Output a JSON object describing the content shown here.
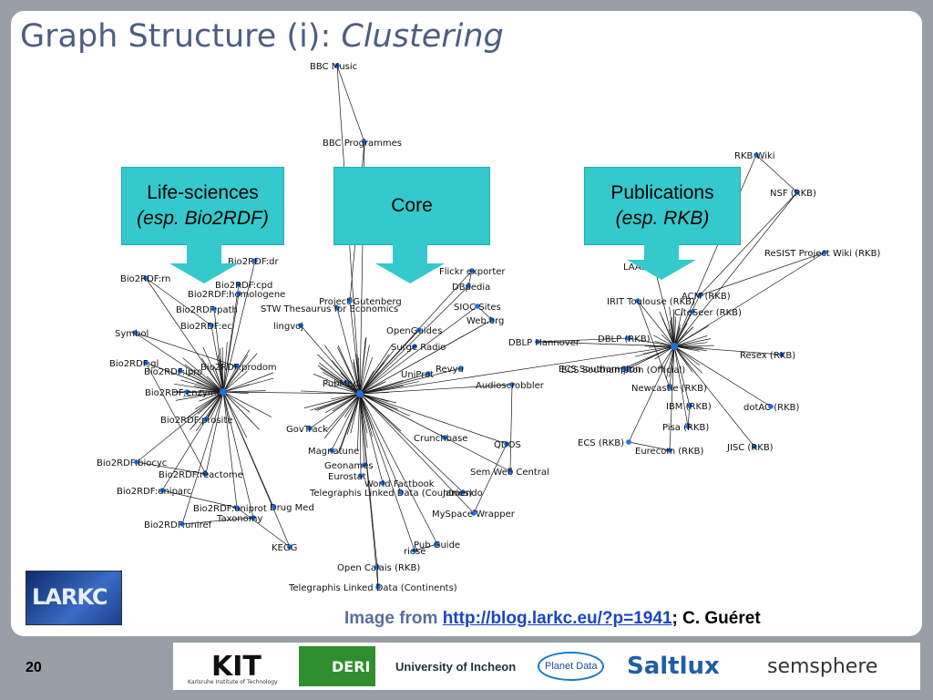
{
  "slide": {
    "title_main": "Graph Structure (i): ",
    "title_italic": "Clustering",
    "page_number": "20"
  },
  "callouts": [
    {
      "line1": "Life-sciences",
      "line2": "(esp. Bio2RDF)"
    },
    {
      "line1": "Core",
      "line2": ""
    },
    {
      "line1": "Publications",
      "line2": "(esp. RKB)"
    }
  ],
  "caption": {
    "prefix": "Image from ",
    "link_text": "http://blog.larkc.eu/?p=1941",
    "suffix": "; C. Guéret"
  },
  "logos": {
    "larkc": "LARKC",
    "kit": "KIT",
    "kit_sub": "Karlsruhe Institute of Technology",
    "deri": "DERI",
    "incheon": "University of Incheon",
    "planet": "Planet Data",
    "saltlux": "Saltlux",
    "semsphere": "semsphere"
  },
  "graph": {
    "node_labels": [
      "BBC Music",
      "BBC Programmes",
      "RKB Wiki",
      "NSF (RKB)",
      "ReSIST Project Wiki (RKB)",
      "Bio2RDF:dr",
      "Bio2RDF:rn",
      "Bio2RDF:cpd",
      "Bio2RDF:homologene",
      "Bio2RDF:path",
      "Bio2RDF:ec",
      "Symbol",
      "Bio2RDF:gl",
      "Bio2RDF:prodom",
      "Bio2RDF:ipro",
      "Bio2RDF:enzyme",
      "Bio2RDF:prosite",
      "Bio2RDF:biocyc",
      "Bio2RDF:uniparc",
      "Bio2RDF:uniref",
      "Bio2RDF:reactome",
      "Bio2RDF:uniprot",
      "KEGG",
      "Taxonomy",
      "Drug Med",
      "Project Gutenberg",
      "STW Thesaurus for Economics",
      "Flickr exporter",
      "DBpedia",
      "SIOC Sites",
      "Web.org",
      "DBLP Hannover",
      "DBLP (RKB)",
      "IRIT Toulouse (RKB)",
      "ECS Southampton (Official)",
      "ECS Southampton",
      "Newcastle (RKB)",
      "IBM (RKB)",
      "Pisa (RKB)",
      "ECS (RKB)",
      "Eurecom (RKB)",
      "JISC (RKB)",
      "dotAC (RKB)",
      "Resex (RKB)",
      "ACM (RKB)",
      "LAAS (RKB)",
      "CiteSeer (RKB)",
      "Audioscrobbler",
      "Sem Web Central",
      "QDOS",
      "MySpace Wrapper",
      "Pub Guide",
      "riese",
      "Open Calais (RKB)",
      "Telegraphis Linked Data (Continents)",
      "Telegraphis Linked Data (Countries)",
      "Geonames",
      "Eurostat",
      "World Factbook",
      "Jamendo",
      "Crunchbase",
      "Magnatune",
      "GovTrack",
      "lingvoj",
      "PubMed",
      "Surge Radio",
      "UniProt",
      "Revyu",
      "OpenGuides"
    ]
  }
}
